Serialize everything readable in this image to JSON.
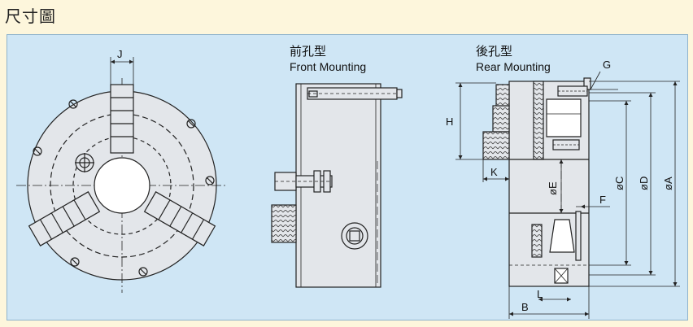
{
  "heading": "尺寸圖",
  "front": {
    "title_cn": "前孔型",
    "title_en": "Front Mounting"
  },
  "rear": {
    "title_cn": "後孔型",
    "title_en": "Rear Mounting"
  },
  "dims": {
    "J": "J",
    "G": "G",
    "H": "H",
    "K": "K",
    "E": "øE",
    "F": "F",
    "C": "øC",
    "D": "øD",
    "A": "øA",
    "L": "L",
    "B": "B"
  },
  "colors": {
    "panel": "#cfe6f5",
    "body": "#e3e6ea",
    "line": "#222222",
    "page": "#fdf6dc"
  }
}
